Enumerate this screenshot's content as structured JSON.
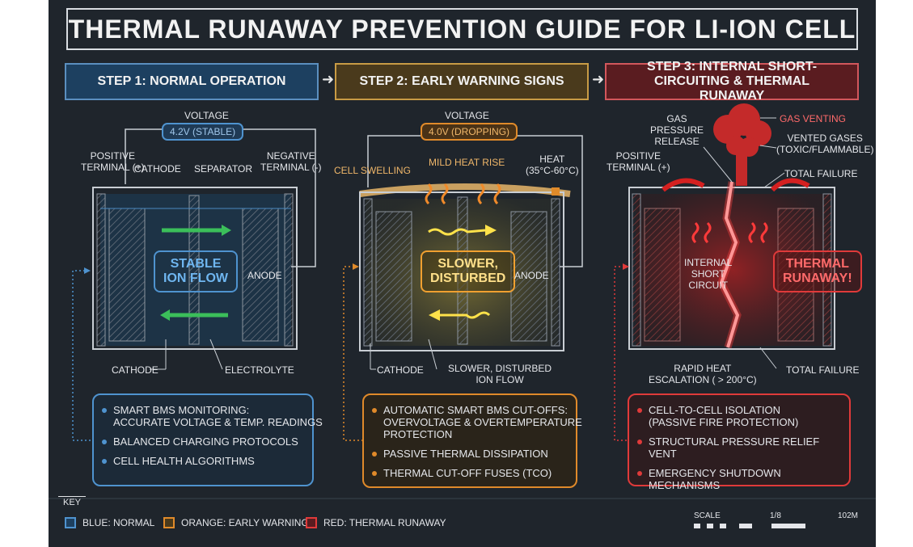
{
  "title": "THERMAL RUNAWAY PREVENTION GUIDE FOR LI-ION CELL",
  "steps": [
    {
      "label": "STEP 1: NORMAL OPERATION"
    },
    {
      "label": "STEP 2: EARLY WARNING SIGNS"
    },
    {
      "label": "STEP 3: INTERNAL SHORT-CIRCUITING & THERMAL RUNAWAY"
    }
  ],
  "panel1": {
    "voltage_label": "VOLTAGE",
    "voltage_value": "4.2V (STABLE)",
    "positive_terminal": "POSITIVE\nTERMINAL (+)",
    "cathode_top": "CATHODE",
    "separator": "SEPARATOR",
    "negative_terminal": "NEGATIVE\nTERMINAL (-)",
    "center": "STABLE\nION FLOW",
    "anode": "ANODE",
    "cathode_bottom": "CATHODE",
    "electrolyte": "ELECTROLYTE"
  },
  "panel2": {
    "voltage_label": "VOLTAGE",
    "voltage_value": "4.0V (DROPPING)",
    "cell_swelling": "CELL SWELLING",
    "mild_heat": "MILD HEAT RISE",
    "heat": "HEAT\n(35°C-60°C)",
    "center": "SLOWER,\nDISTURBED",
    "anode": "ANODE",
    "cathode_bottom": "CATHODE",
    "slow_flow": "SLOWER, DISTURBED\nION FLOW"
  },
  "panel3": {
    "gas_release": "GAS\nPRESSURE\nRELEASE",
    "gas_venting": "GAS VENTING",
    "vented_gases": "VENTED GASES\n(TOXIC/FLAMMABLE)",
    "positive_terminal": "POSITIVE\nTERMINAL (+)",
    "total_failure_top": "TOTAL FAILURE",
    "internal_short": "INTERNAL\nSHORT\nCIRCUIT",
    "center": "THERMAL\nRUNAWAY!",
    "rapid_heat": "RAPID HEAT\nESCALATION ( > 200°C)",
    "total_failure_bottom": "TOTAL FAILURE"
  },
  "info_boxes": [
    {
      "items": [
        "SMART BMS MONITORING:\nACCURATE VOLTAGE & TEMP. READINGS",
        "BALANCED CHARGING PROTOCOLS",
        "CELL HEALTH ALGORITHMS"
      ]
    },
    {
      "items": [
        "AUTOMATIC SMART BMS CUT-OFFS:\nOVERVOLTAGE & OVERTEMPERATURE\nPROTECTION",
        "PASSIVE THERMAL DISSIPATION",
        "THERMAL CUT-OFF FUSES (TCO)"
      ]
    },
    {
      "items": [
        "CELL-TO-CELL ISOLATION\n(PASSIVE FIRE PROTECTION)",
        "STRUCTURAL PRESSURE RELIEF VENT",
        "EMERGENCY SHUTDOWN MECHANISMS"
      ]
    }
  ],
  "key": {
    "title": "KEY",
    "items": [
      {
        "label": "BLUE: NORMAL",
        "color": "#4f93cf"
      },
      {
        "label": "ORANGE: EARLY WARNING",
        "color": "#e08a2a"
      },
      {
        "label": "RED: THERMAL RUNAWAY",
        "color": "#e03a3a"
      }
    ]
  },
  "scale": {
    "label": "SCALE",
    "ratio": "1/8",
    "right": "102M"
  },
  "icons": {
    "step_arrow": "chevron-right-icon",
    "ion_arrow": "arrow-icon",
    "heat": "heat-wave-icon",
    "gas": "gas-cloud-icon",
    "lightning": "lightning-icon"
  }
}
